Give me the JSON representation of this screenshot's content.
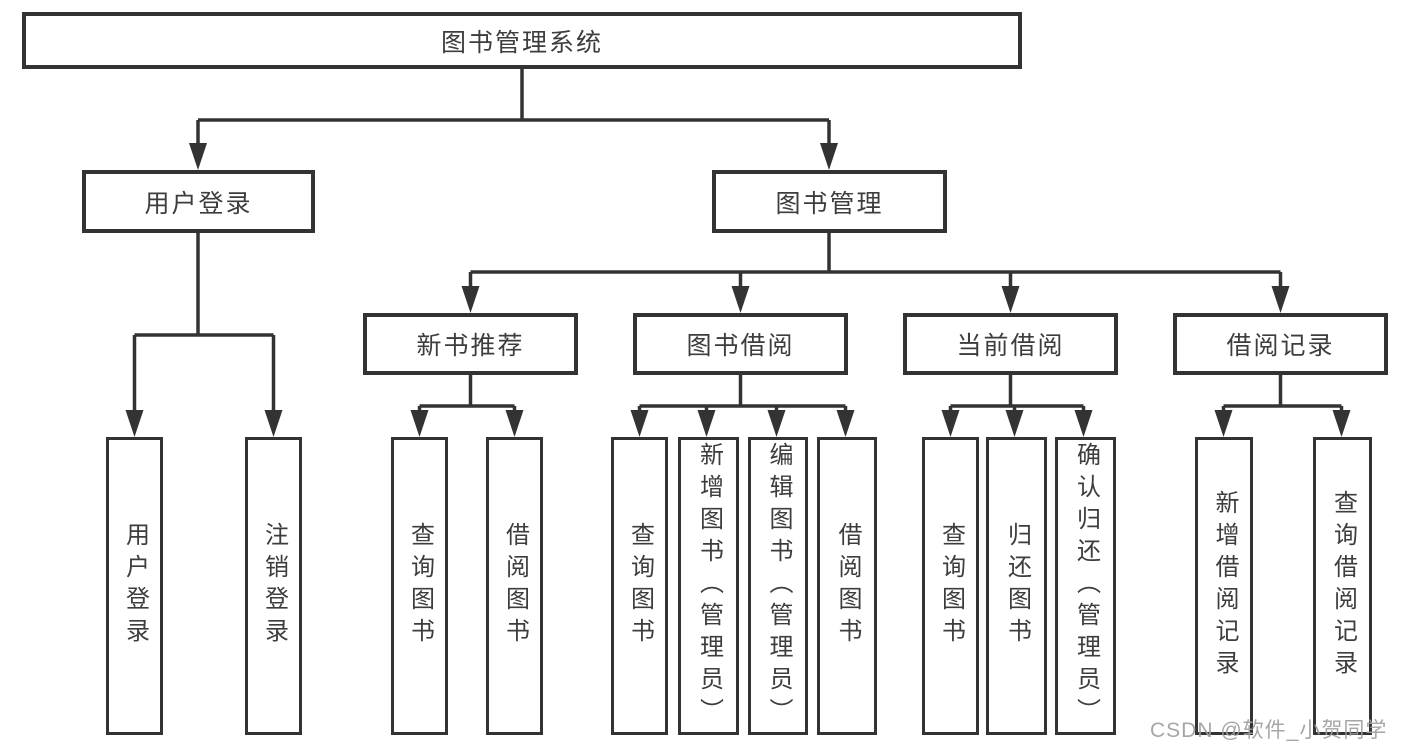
{
  "diagram": {
    "root": {
      "label": "图书管理系统"
    },
    "branches": [
      {
        "label": "用户登录",
        "children": [
          {
            "label": "用户登录"
          },
          {
            "label": "注销登录"
          }
        ]
      },
      {
        "label": "图书管理",
        "groups": [
          {
            "label": "新书推荐",
            "children": [
              {
                "label": "查询图书"
              },
              {
                "label": "借阅图书"
              }
            ]
          },
          {
            "label": "图书借阅",
            "children": [
              {
                "label": "查询图书"
              },
              {
                "label": "新增图书（管理员）"
              },
              {
                "label": "编辑图书（管理员）"
              },
              {
                "label": "借阅图书"
              }
            ]
          },
          {
            "label": "当前借阅",
            "children": [
              {
                "label": "查询图书"
              },
              {
                "label": "归还图书"
              },
              {
                "label": "确认归还（管理员）"
              }
            ]
          },
          {
            "label": "借阅记录",
            "children": [
              {
                "label": "新增借阅记录"
              },
              {
                "label": "查询借阅记录"
              }
            ]
          }
        ]
      }
    ]
  },
  "watermark": {
    "text": "CSDN @软件_小贺同学"
  },
  "colors": {
    "background": "#ffffff",
    "line": "#333333",
    "box_border": "#333333",
    "box_fill": "#ffffff",
    "text": "#3d3d3d",
    "watermark": "#9e9e9e"
  }
}
